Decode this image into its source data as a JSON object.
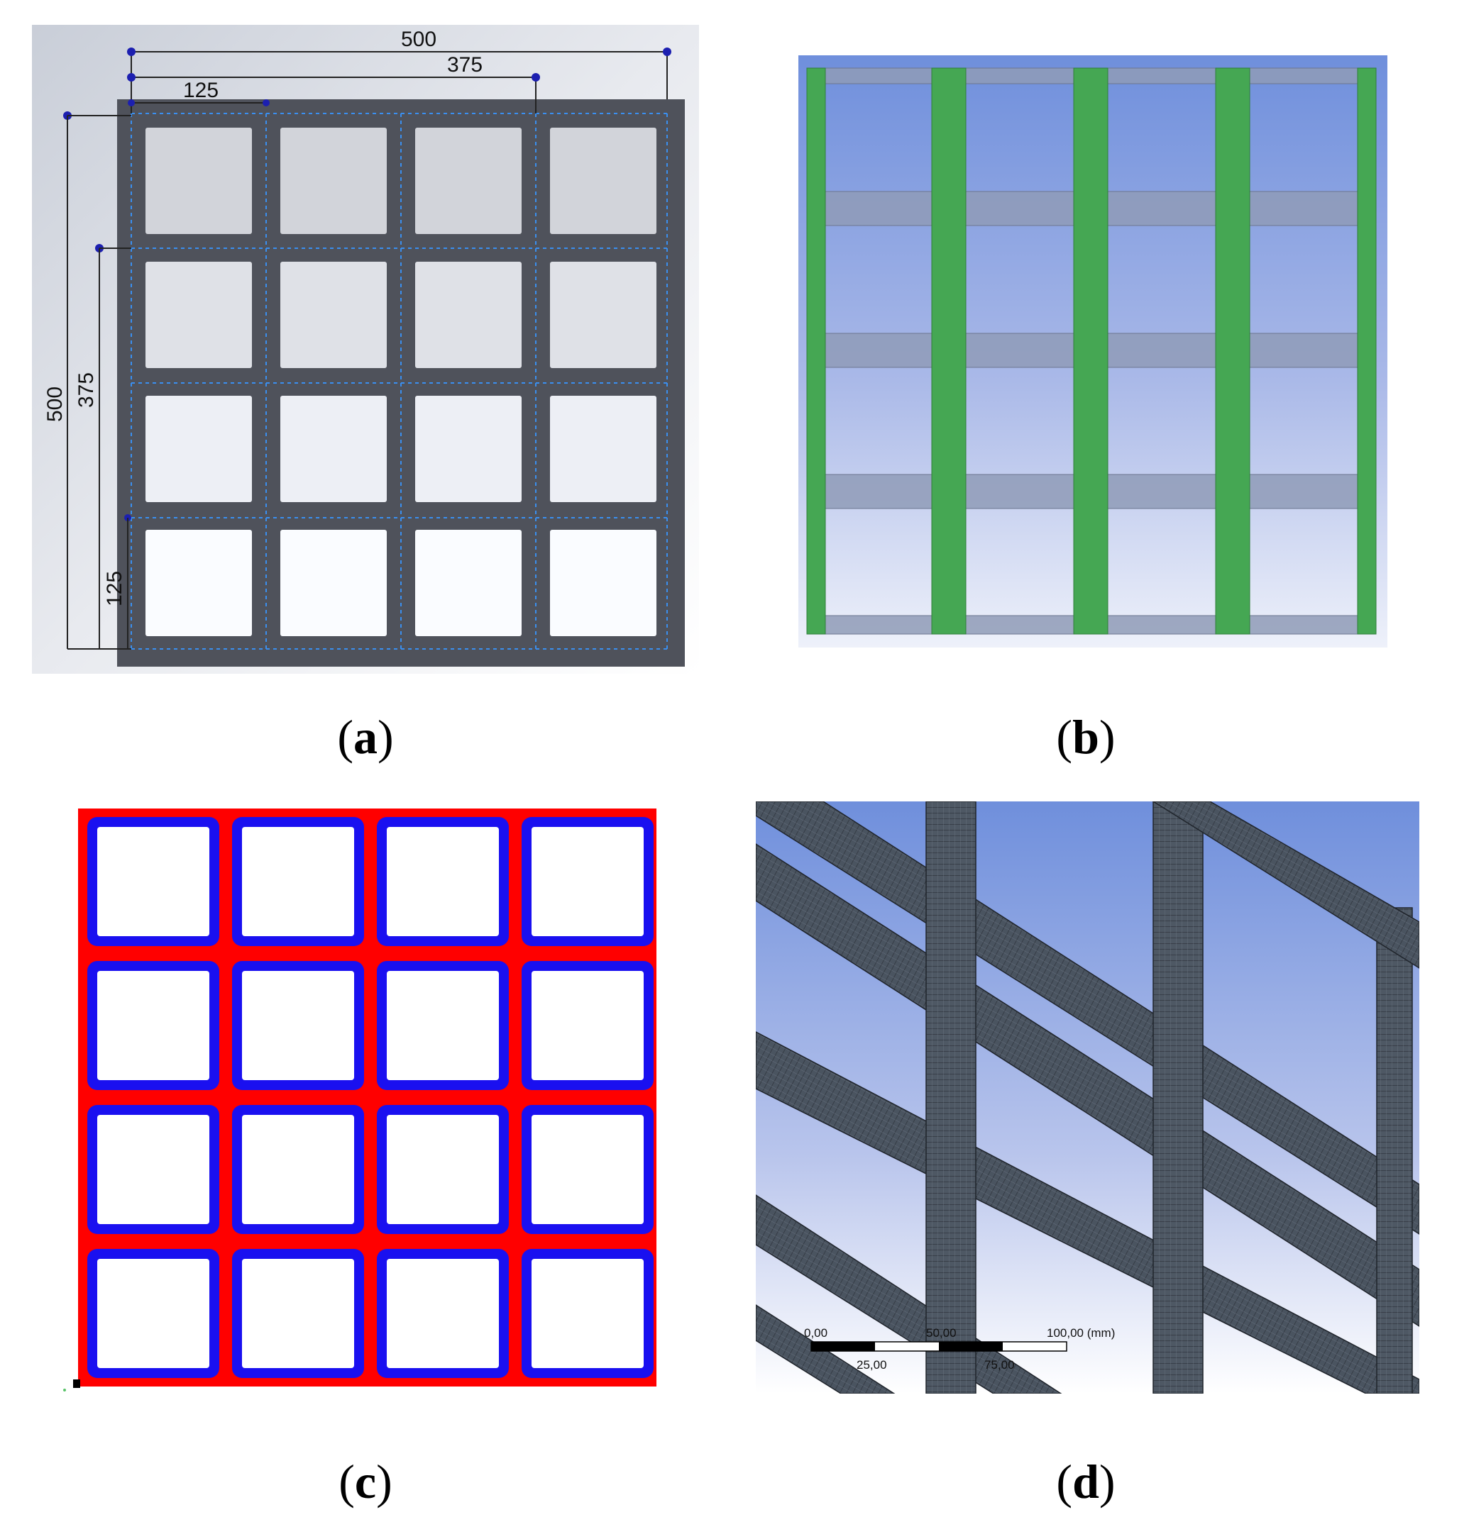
{
  "panels": {
    "a": {
      "caption": "a",
      "dimensions": {
        "top_full": "500",
        "top_three": "375",
        "top_one": "125",
        "left_full": "500",
        "left_three": "375",
        "left_one": "125"
      },
      "grid": {
        "rows": 4,
        "cols": 4
      },
      "colors": {
        "frame": "#4f525b",
        "background": "#dfe2ea",
        "sketch": "#3a8ff0",
        "dim_point": "#1c1fb0"
      }
    },
    "b": {
      "caption": "b",
      "colors": {
        "vertical_bars": "#45a753",
        "horizontal_bars": "#8f9bb7",
        "sky_top": "#6f8fdc",
        "sky_bottom": "#eef1fa"
      }
    },
    "c": {
      "caption": "c",
      "grid": {
        "rows": 4,
        "cols": 4
      },
      "colors": {
        "outer": "#ff0000",
        "inner_ring": "#1a10f0",
        "cell": "#ffffff"
      }
    },
    "d": {
      "caption": "d",
      "scale_bar": {
        "label_0": "0,00",
        "label_25": "25,00",
        "label_50": "50,00",
        "label_75": "75,00",
        "label_100": "100,00 (mm)"
      },
      "colors": {
        "mesh": "#4a5460",
        "sky_top": "#6f8fdc",
        "sky_bottom": "#ffffff"
      }
    }
  }
}
